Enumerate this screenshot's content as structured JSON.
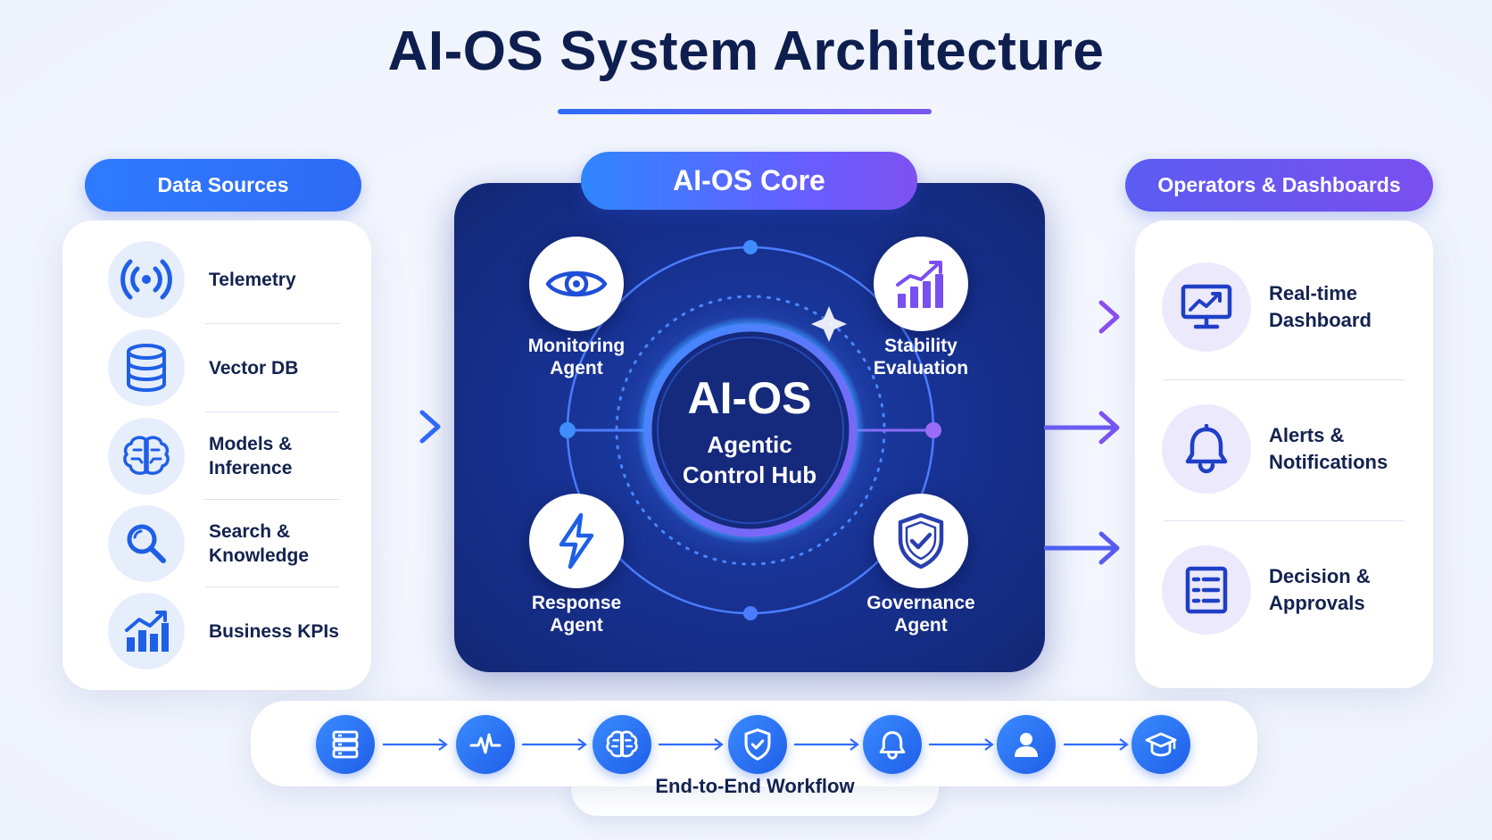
{
  "title": "AI-OS System Architecture",
  "data_sources": {
    "header": "Data Sources",
    "items": [
      {
        "label": "Telemetry",
        "icon": "broadcast-signal-icon"
      },
      {
        "label": "Vector DB",
        "icon": "database-icon"
      },
      {
        "label": "Models &\nInference",
        "icon": "brain-icon"
      },
      {
        "label": "Search &\nKnowledge",
        "icon": "magnifier-icon"
      },
      {
        "label": "Business KPIs",
        "icon": "bar-chart-trend-icon"
      }
    ]
  },
  "core": {
    "header": "AI-OS Core",
    "hub_title": "AI-OS",
    "hub_subtitle_1": "Agentic",
    "hub_subtitle_2": "Control Hub",
    "agents": [
      {
        "label": "Monitoring\nAgent",
        "icon": "eye-icon"
      },
      {
        "label": "Stability\nEvaluation",
        "icon": "growth-chart-icon"
      },
      {
        "label": "Response\nAgent",
        "icon": "lightning-icon"
      },
      {
        "label": "Governance\nAgent",
        "icon": "shield-check-icon"
      }
    ]
  },
  "operators": {
    "header": "Operators & Dashboards",
    "items": [
      {
        "label": "Real-time\nDashboard",
        "icon": "monitor-chart-icon"
      },
      {
        "label": "Alerts &\nNotifications",
        "icon": "bell-icon"
      },
      {
        "label": "Decision &\nApprovals",
        "icon": "checklist-icon"
      }
    ]
  },
  "workflow": {
    "label": "End-to-End Workflow",
    "steps": [
      "server-icon",
      "pulse-icon",
      "brain-icon",
      "shield-check-icon",
      "bell-icon",
      "user-icon",
      "graduation-cap-icon"
    ]
  },
  "colors": {
    "primary_blue": "#2f6bff",
    "violet": "#7a4ff0",
    "navy_text": "#0e1e4f",
    "core_panel": "#17308e"
  }
}
